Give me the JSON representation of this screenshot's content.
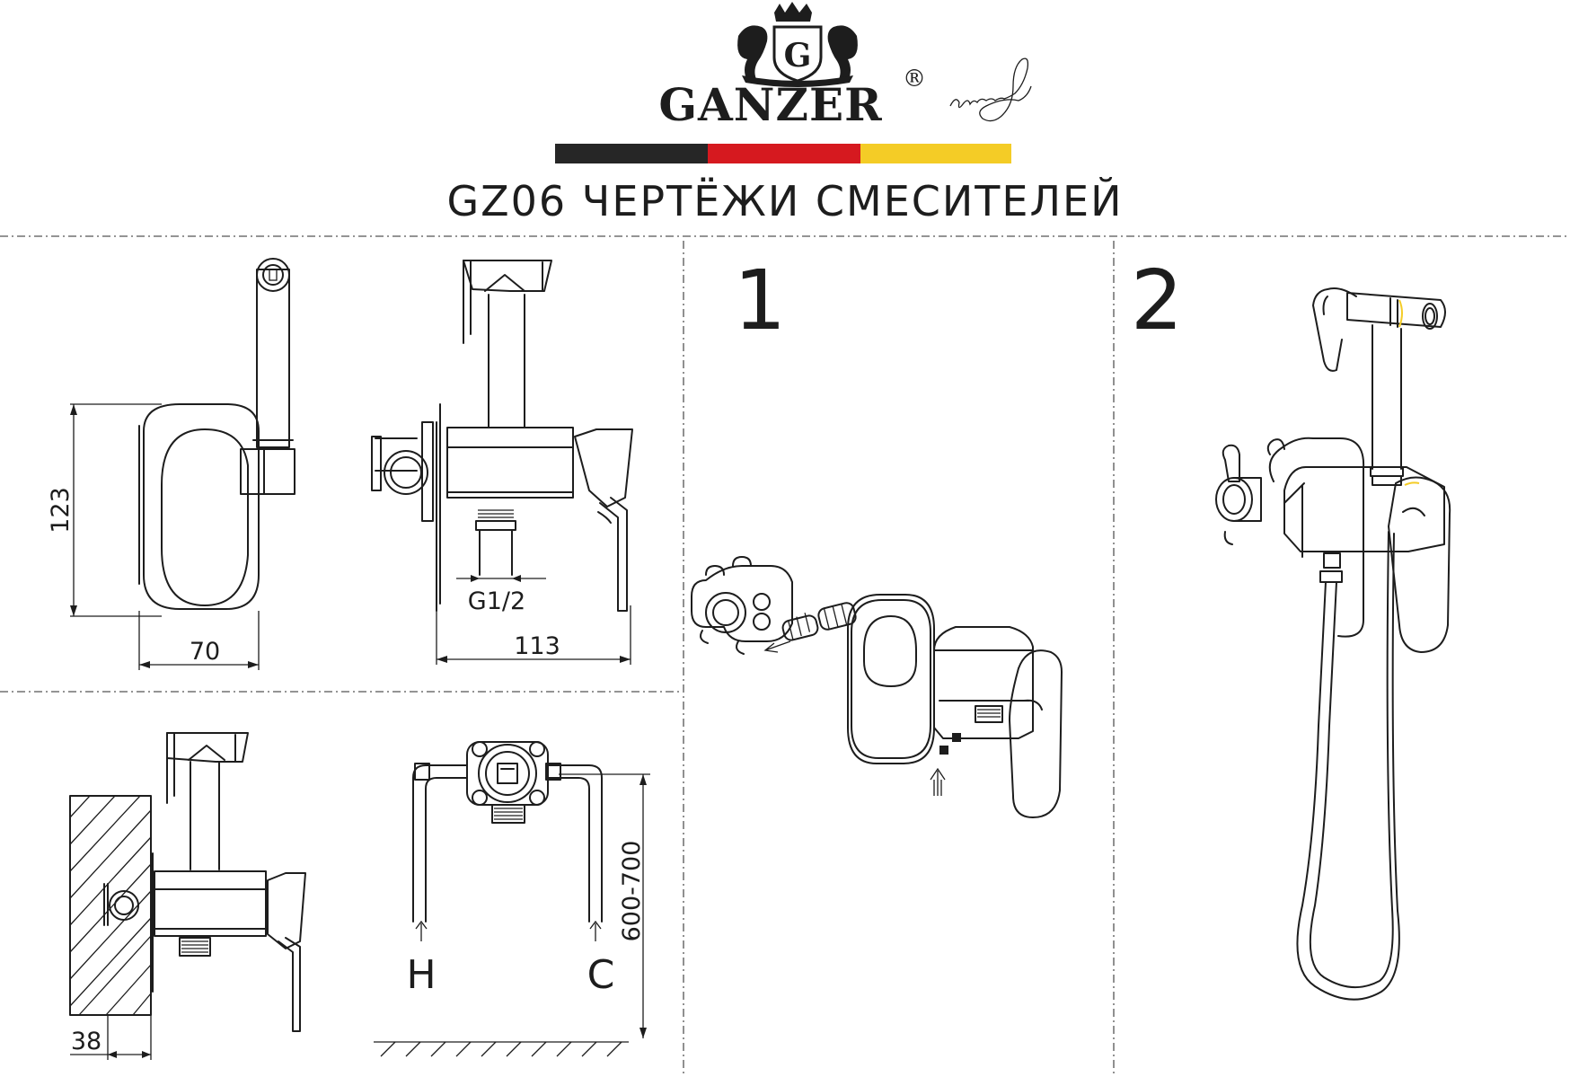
{
  "header": {
    "brand": "GANZER",
    "registered_mark": "®",
    "logo_letter": "G",
    "signature_icon": "signature-icon",
    "crest_icon": "crest-icon",
    "title": "GZ06 ЧЕРТЁЖИ СМЕСИТЕЛЕЙ",
    "flag_colors": [
      "#262626",
      "#d6191f",
      "#f4cc26"
    ]
  },
  "dimensions": {
    "height": "123",
    "width_front": "70",
    "depth_side": "113",
    "thread": "G1/2",
    "wall_offset": "38",
    "install_height": "600-700"
  },
  "labels": {
    "hot": "H",
    "cold": "C",
    "step_1": "1",
    "step_2": "2"
  },
  "accent_color": "#f4cc26"
}
